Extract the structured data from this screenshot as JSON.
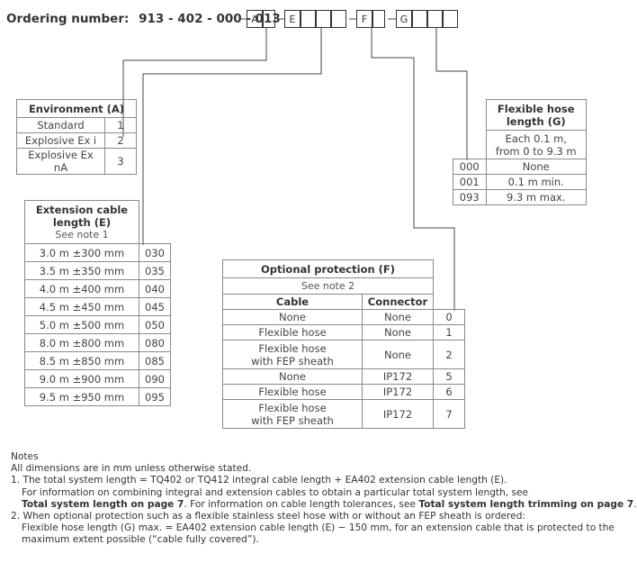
{
  "ordering": {
    "label": "Ordering number:",
    "number": "913 - 402 - 000 - 013",
    "boxes": [
      "A",
      "",
      "E",
      "",
      "",
      "",
      "F",
      "",
      "G",
      "",
      "",
      ""
    ]
  },
  "environment": {
    "title": "Environment (A)",
    "rows": [
      {
        "label": "Standard",
        "code": "1"
      },
      {
        "label": "Explosive Ex i",
        "code": "2"
      },
      {
        "label": "Explosive Ex nA",
        "code": "3"
      }
    ]
  },
  "extension": {
    "title_line1": "Extension cable",
    "title_line2": "length (E)",
    "note": "See note 1",
    "rows": [
      {
        "label": "3.0 m ±300 mm",
        "code": "030"
      },
      {
        "label": "3.5 m ±350 mm",
        "code": "035"
      },
      {
        "label": "4.0 m ±400 mm",
        "code": "040"
      },
      {
        "label": "4.5 m ±450 mm",
        "code": "045"
      },
      {
        "label": "5.0 m ±500 mm",
        "code": "050"
      },
      {
        "label": "8.0 m ±800 mm",
        "code": "080"
      },
      {
        "label": "8.5 m ±850 mm",
        "code": "085"
      },
      {
        "label": "9.0 m ±900 mm",
        "code": "090"
      },
      {
        "label": "9.5 m ±950 mm",
        "code": "095"
      }
    ]
  },
  "protection": {
    "title": "Optional protection (F)",
    "note": "See note 2",
    "col_cable": "Cable",
    "col_connector": "Connector",
    "rows": [
      {
        "cable": "None",
        "connector": "None",
        "code": "0"
      },
      {
        "cable": "Flexible hose",
        "connector": "None",
        "code": "1"
      },
      {
        "cable": "Flexible hose\nwith FEP sheath",
        "connector": "None",
        "code": "2"
      },
      {
        "cable": "None",
        "connector": "IP172",
        "code": "5"
      },
      {
        "cable": "Flexible hose",
        "connector": "IP172",
        "code": "6"
      },
      {
        "cable": "Flexible hose\nwith FEP sheath",
        "connector": "IP172",
        "code": "7"
      }
    ]
  },
  "hose": {
    "title_line1": "Flexible hose",
    "title_line2": "length (G)",
    "desc_line1": "Each 0.1 m,",
    "desc_line2": "from 0 to 9.3 m",
    "rows": [
      {
        "code": "000",
        "label": "None"
      },
      {
        "code": "001",
        "label": "0.1 m min."
      },
      {
        "code": "093",
        "label": "9.3 m max."
      }
    ]
  },
  "notes": {
    "heading": "Notes",
    "general": "All dimensions are in mm unless otherwise stated.",
    "n1_line1": "1. The total system length = TQ402 or TQ412 integral cable length + EA402 extension cable length (E).",
    "n1_line2": "For information on combining integral and extension cables to obtain a particular total system length, see",
    "n1_bold1": "Total system length on page 7",
    "n1_mid": ". For information on cable length tolerances, see ",
    "n1_bold2": "Total system length trimming on page 7",
    "n1_end": ".",
    "n2_line1": "2. When optional protection such as a flexible stainless steel hose with or without an FEP sheath is ordered:",
    "n2_line2": "Flexible hose length (G) max. = EA402 extension cable length (E) − 150 mm, for an extension cable that is protected to the",
    "n2_line3": "maximum extent possible (“cable fully covered”)."
  }
}
